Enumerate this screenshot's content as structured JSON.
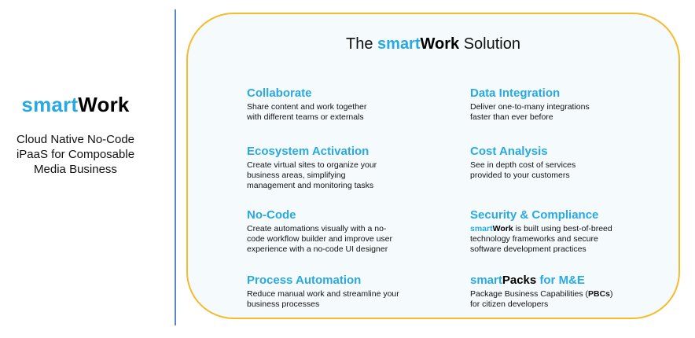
{
  "brand": {
    "logo_smart": "smart",
    "logo_work": "Work",
    "tagline": [
      "Cloud Native No-Code",
      "iPaaS for Composable",
      "Media Business"
    ]
  },
  "panel": {
    "title_prefix": "The ",
    "title_smart": "smart",
    "title_work": "Work",
    "title_suffix": " Solution"
  },
  "features": {
    "collaborate": {
      "title": "Collaborate",
      "desc": [
        "Share content and work together",
        "with different teams or externals"
      ]
    },
    "ecosystem": {
      "title": "Ecosystem Activation",
      "desc": [
        "Create virtual sites to organize your",
        "business areas, simplifying",
        "management  and monitoring tasks"
      ]
    },
    "nocode": {
      "title": "No-Code",
      "desc": [
        "Create automations visually with a no-",
        "code workflow builder and improve user",
        "experience with a no-code UI designer"
      ]
    },
    "process": {
      "title": "Process Automation",
      "desc": [
        "Reduce manual work and streamline your",
        "business processes"
      ]
    },
    "data_integration": {
      "title": "Data Integration",
      "desc": [
        "Deliver one-to-many integrations",
        "faster than ever before"
      ]
    },
    "cost": {
      "title": "Cost Analysis",
      "desc": [
        "See in depth cost of services",
        "provided to your customers"
      ]
    },
    "security": {
      "title": "Security & Compliance",
      "desc_smart": "smart",
      "desc_work": "Work",
      "desc_first_rest": " is built using best-of-breed",
      "desc": [
        "technology frameworks and secure",
        "software development practices"
      ]
    },
    "smartpacks": {
      "title_smart": "smart",
      "title_packs": "Packs",
      "title_rest": " for M&E",
      "desc_first_prefix": "Package Business Capabilities (",
      "desc_first_bold": "PBCs",
      "desc_first_suffix": ")",
      "desc": [
        "for citizen developers"
      ]
    }
  },
  "colors": {
    "brand_blue": "#29a9e1",
    "panel_border": "#f5bb2c",
    "divider": "#5a86c8"
  }
}
